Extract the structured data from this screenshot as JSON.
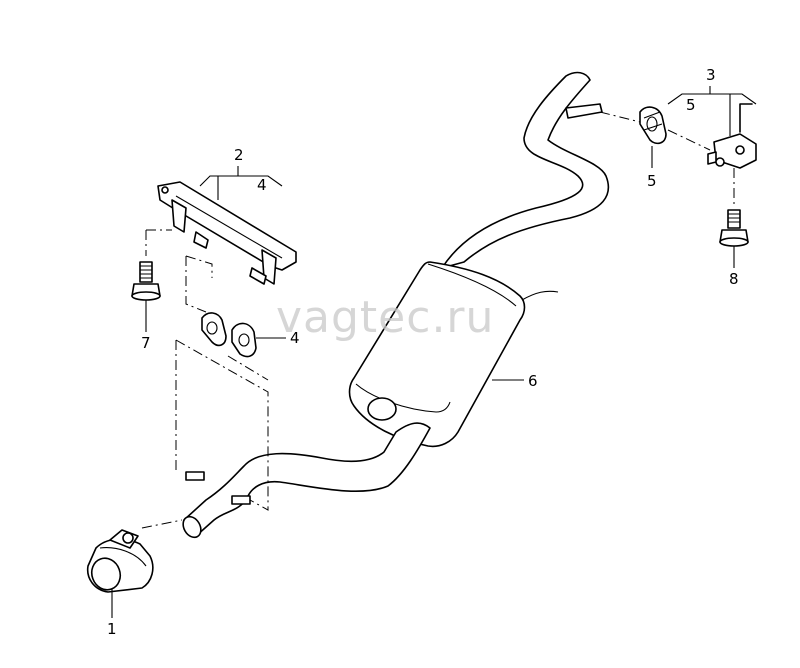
{
  "watermark": "vagtec.ru",
  "callouts": {
    "c1": "1",
    "c2": "2",
    "c2_sub": "4",
    "c3": "3",
    "c3_sub": "5",
    "c4": "4",
    "c5": "5",
    "c6": "6",
    "c7": "7",
    "c8": "8"
  }
}
